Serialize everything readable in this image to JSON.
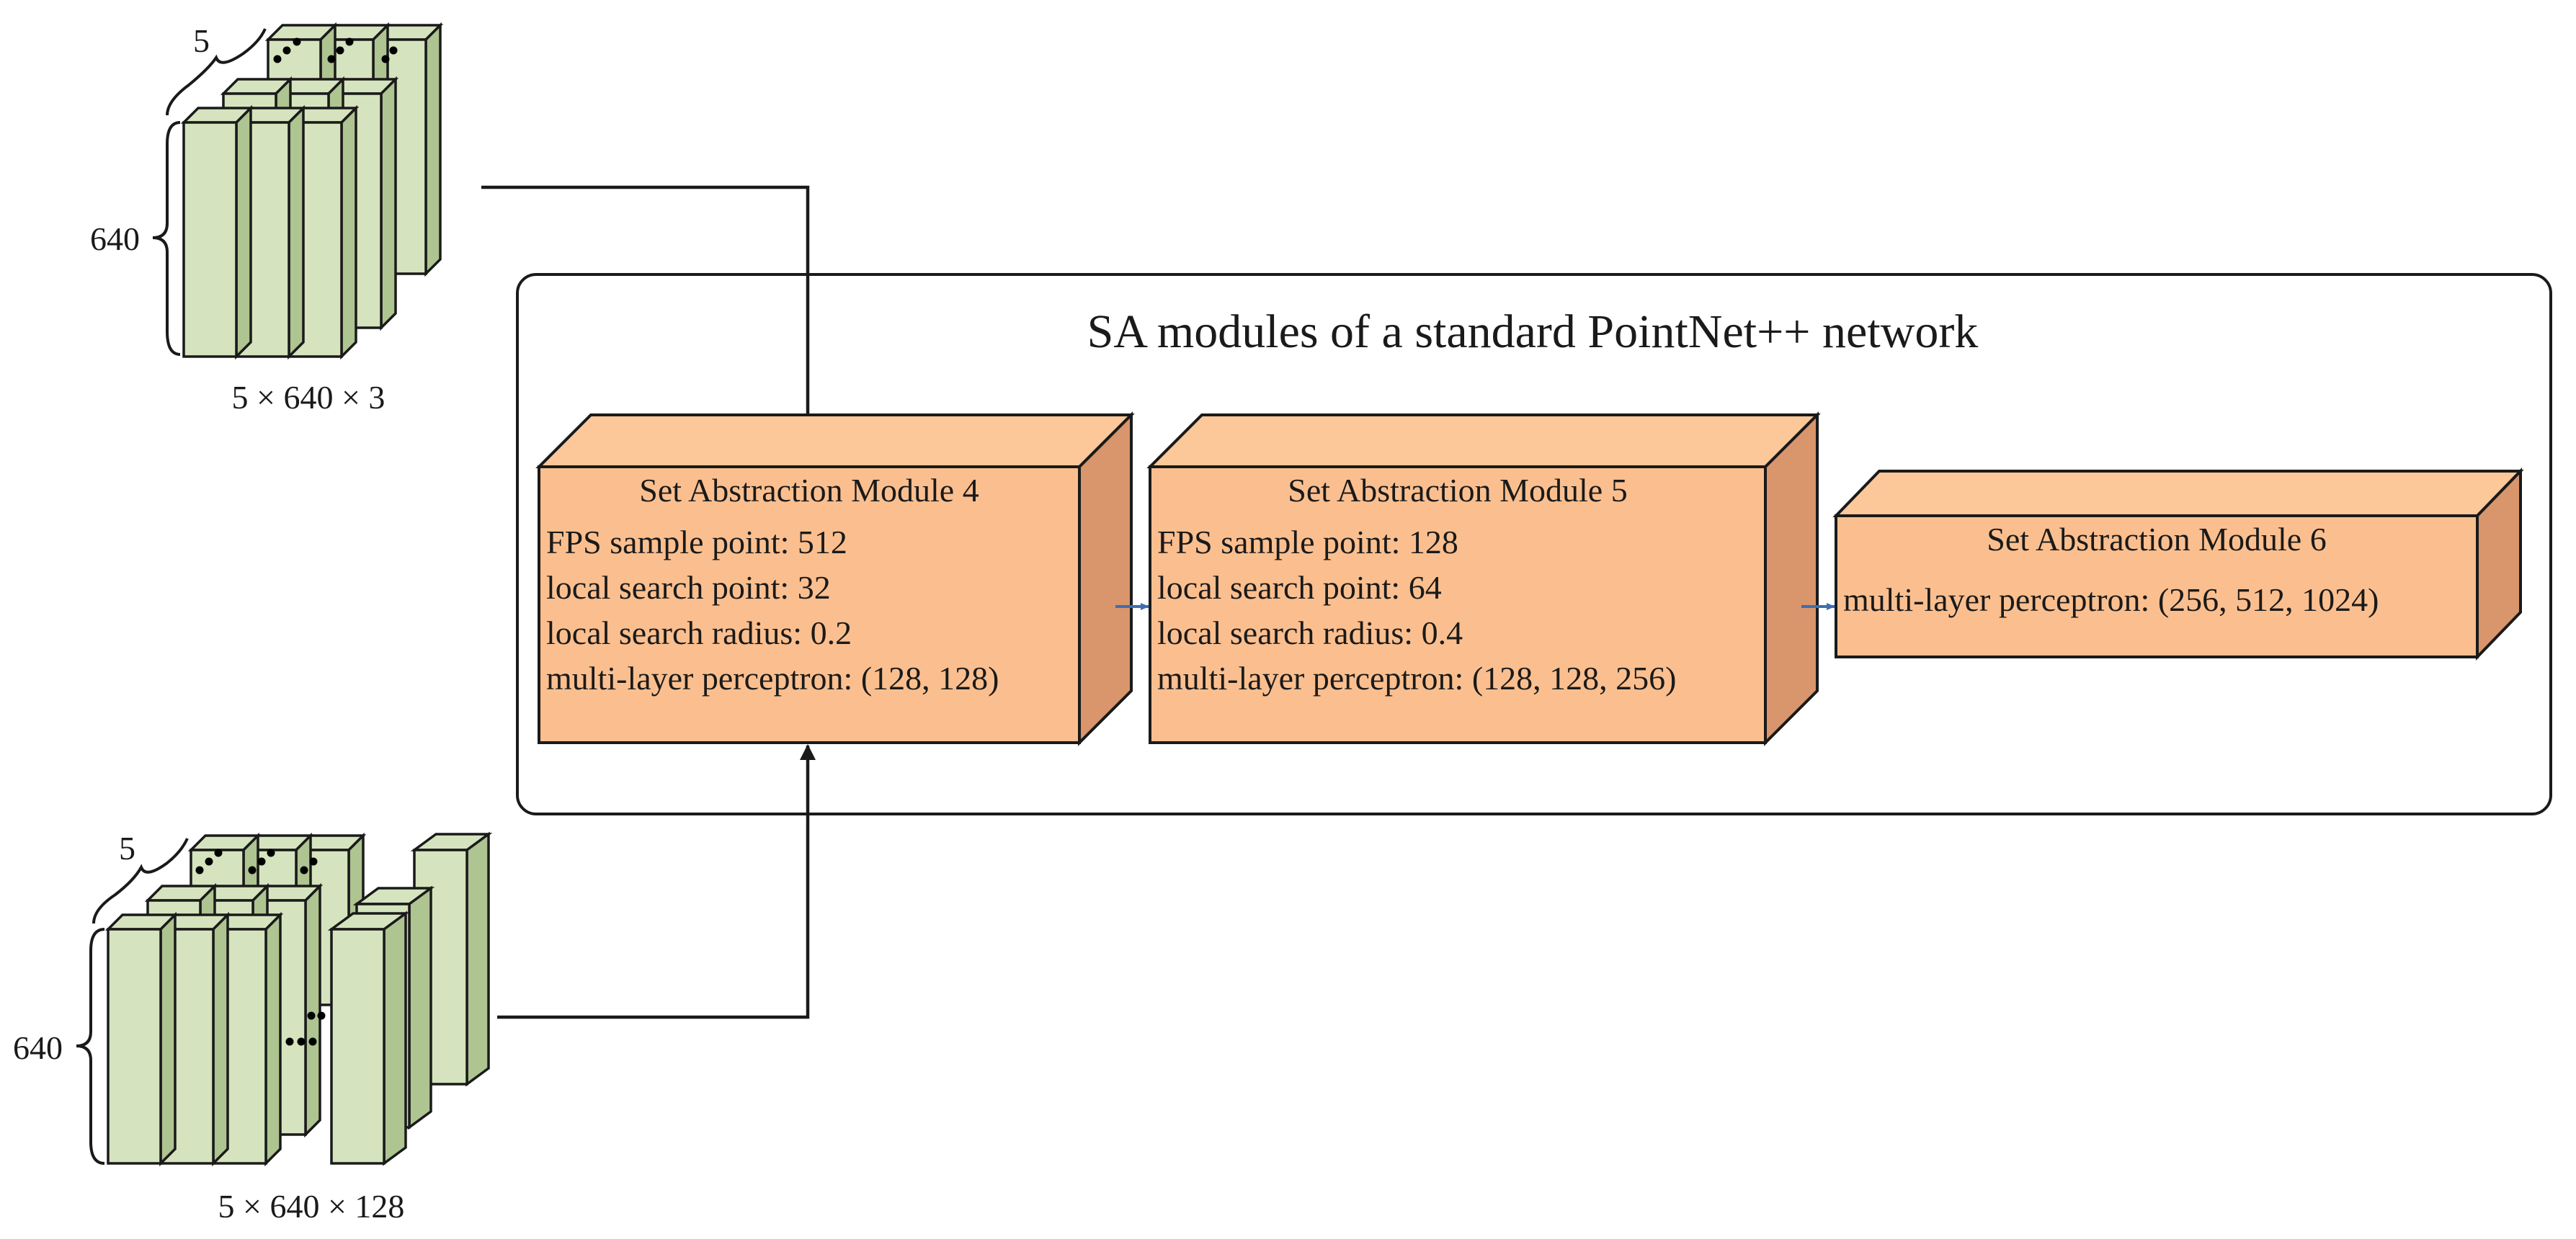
{
  "title": "SA modules of a standard PointNet++ network",
  "inputs": [
    {
      "depth_label": "5",
      "height_label": "640",
      "shape_label": "5 × 640 × 3"
    },
    {
      "depth_label": "5",
      "height_label": "640",
      "shape_label": "5 × 640 × 128"
    }
  ],
  "modules": [
    {
      "title": "Set Abstraction Module 4",
      "lines": [
        "FPS sample point: 512",
        "local search point: 32",
        "local search radius: 0.2",
        "multi-layer perceptron: (128, 128)"
      ]
    },
    {
      "title": "Set Abstraction Module 5",
      "lines": [
        "FPS sample point: 128",
        "local search point: 64",
        "local search radius: 0.4",
        "multi-layer perceptron: (128, 128, 256)"
      ]
    },
    {
      "title": "Set Abstraction Module 6",
      "lines": [
        "multi-layer perceptron: (256, 512, 1024)"
      ]
    }
  ],
  "colors": {
    "module_front": "#fbbf8f",
    "module_top": "#fcc89a",
    "module_side": "#d9956b",
    "tensor_front": "#d5e4be",
    "tensor_side": "#aec491",
    "stroke": "#1a1a1a",
    "small_arrow": "#3c6fb0"
  }
}
